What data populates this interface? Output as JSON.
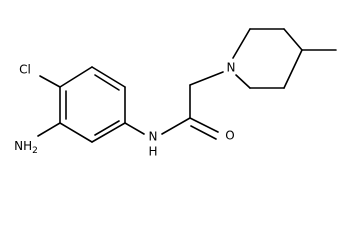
{
  "molecule": {
    "atoms": {
      "chlorine": "Cl",
      "amine": "NH",
      "amine_subscript": "2",
      "amide_nitrogen": "N",
      "amide_hydrogen": "H",
      "carbonyl_oxygen": "O",
      "ring_nitrogen": "N"
    }
  }
}
